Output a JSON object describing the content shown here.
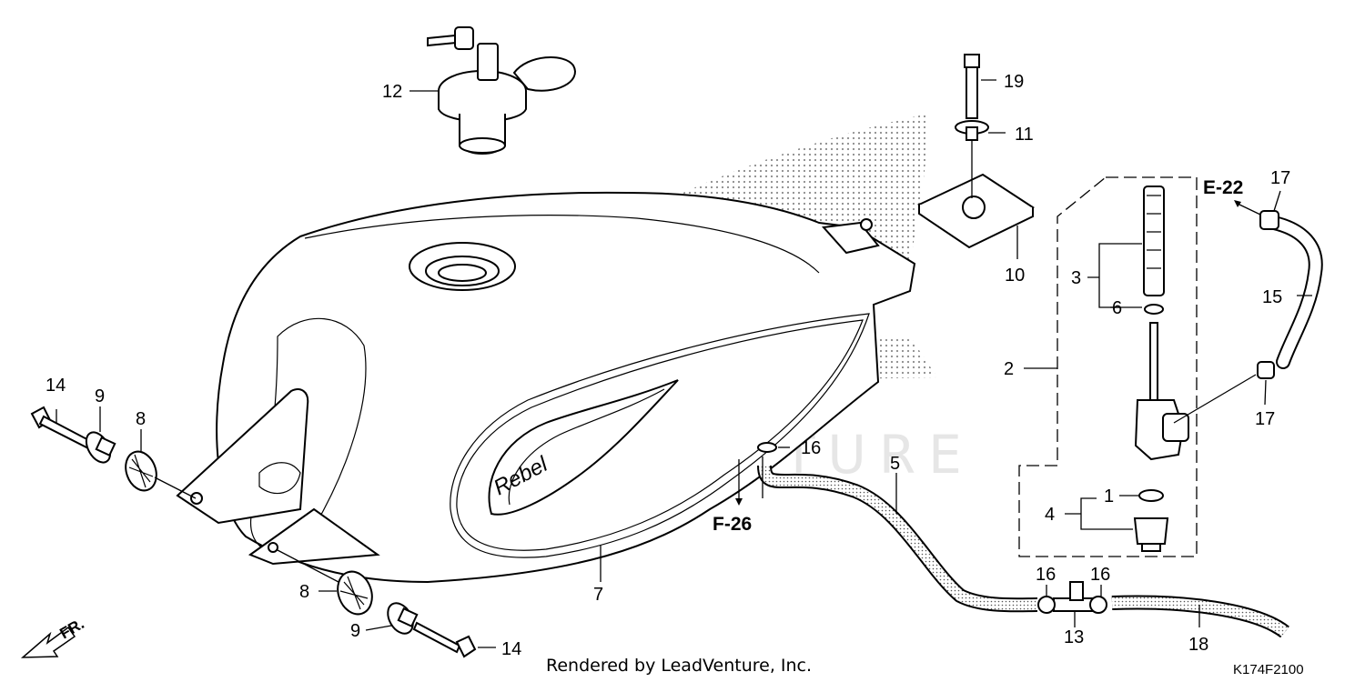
{
  "watermark": "LEADVENTURE",
  "footer_text": "Rendered by LeadVenture, Inc.",
  "diagram_code": "K174F2100",
  "front_indicator": "FR.",
  "badge_text": "Rebel",
  "refs": {
    "e22": "E-22",
    "f26": "F-26"
  },
  "callouts": {
    "c1": "1",
    "c2": "2",
    "c3": "3",
    "c4": "4",
    "c5": "5",
    "c6": "6",
    "c7": "7",
    "c8a": "8",
    "c8b": "8",
    "c9a": "9",
    "c9b": "9",
    "c10": "10",
    "c11": "11",
    "c12": "12",
    "c13": "13",
    "c14a": "14",
    "c14b": "14",
    "c15": "15",
    "c16a": "16",
    "c16b": "16",
    "c16c": "16",
    "c17a": "17",
    "c17b": "17",
    "c18": "18",
    "c19": "19"
  }
}
